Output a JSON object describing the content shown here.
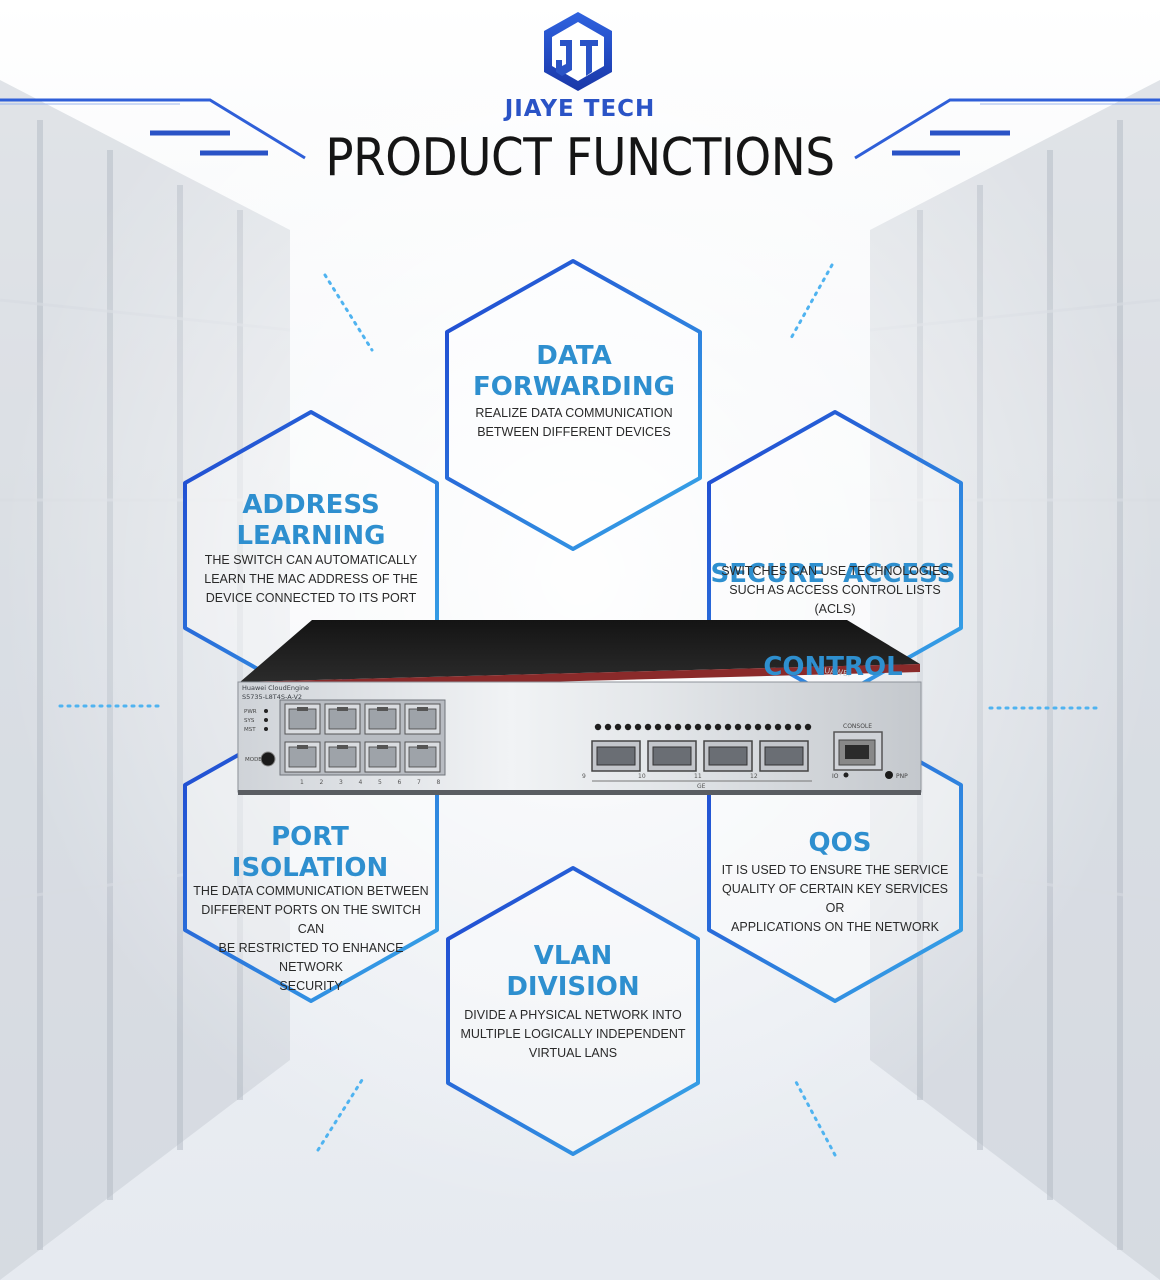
{
  "brand": {
    "name": "JIAYE TECH",
    "logo": "jt-hexagon-logo"
  },
  "page_title": "PRODUCT FUNCTIONS",
  "colors": {
    "accent": "#2a53c6",
    "heading": "#2e8fcf",
    "hex_border_dark": "#1f45d0",
    "hex_border_light": "#38a9e8"
  },
  "functions": [
    {
      "id": "data-forwarding",
      "title_lines": [
        "DATA",
        "FORWARDING"
      ],
      "desc_lines": [
        "REALIZE DATA COMMUNICATION",
        "BETWEEN DIFFERENT DEVICES"
      ]
    },
    {
      "id": "address-learning",
      "title_lines": [
        "ADDRESS",
        "LEARNING"
      ],
      "desc_lines": [
        "THE SWITCH CAN AUTOMATICALLY",
        "LEARN THE MAC ADDRESS OF THE",
        "DEVICE CONNECTED TO ITS PORT"
      ]
    },
    {
      "id": "secure-access-control",
      "title_lines": [
        "SECURE  ACCESS",
        "CONTROL"
      ],
      "desc_lines": [
        "SWITCHES CAN USE TECHNOLOGIES",
        "SUCH AS ACCESS CONTROL LISTS (ACLS)"
      ]
    },
    {
      "id": "port-isolation",
      "title_lines": [
        "PORT",
        "ISOLATION"
      ],
      "desc_lines": [
        "THE DATA COMMUNICATION BETWEEN",
        "DIFFERENT PORTS ON THE SWITCH CAN",
        "BE RESTRICTED TO ENHANCE NETWORK",
        "SECURITY"
      ]
    },
    {
      "id": "qos",
      "title_lines": [
        "QOS"
      ],
      "desc_lines": [
        "IT IS USED TO ENSURE THE SERVICE",
        "QUALITY OF CERTAIN KEY SERVICES OR",
        "APPLICATIONS ON THE NETWORK"
      ]
    },
    {
      "id": "vlan-division",
      "title_lines": [
        "VLAN",
        "DIVISION"
      ],
      "desc_lines": [
        "DIVIDE A PHYSICAL NETWORK INTO",
        "MULTIPLE LOGICALLY INDEPENDENT",
        "VIRTUAL LANS"
      ]
    }
  ],
  "device": {
    "model_lines": [
      "Huawei CloudEngine",
      "S5735-L8T4S-A-V2"
    ],
    "leds": [
      "PWR",
      "SYS",
      "MST"
    ],
    "mode_label": "MODE",
    "rj45_numbers": [
      "1",
      "2",
      "3",
      "4",
      "5",
      "6",
      "7",
      "8"
    ],
    "sfp_numbers": [
      "9",
      "10",
      "11",
      "12"
    ],
    "sfp_group_label": "GE",
    "console_label": "CONSOLE",
    "io_label": "IO",
    "pnp_label": "PNP",
    "vendor": "HUAWEI"
  }
}
